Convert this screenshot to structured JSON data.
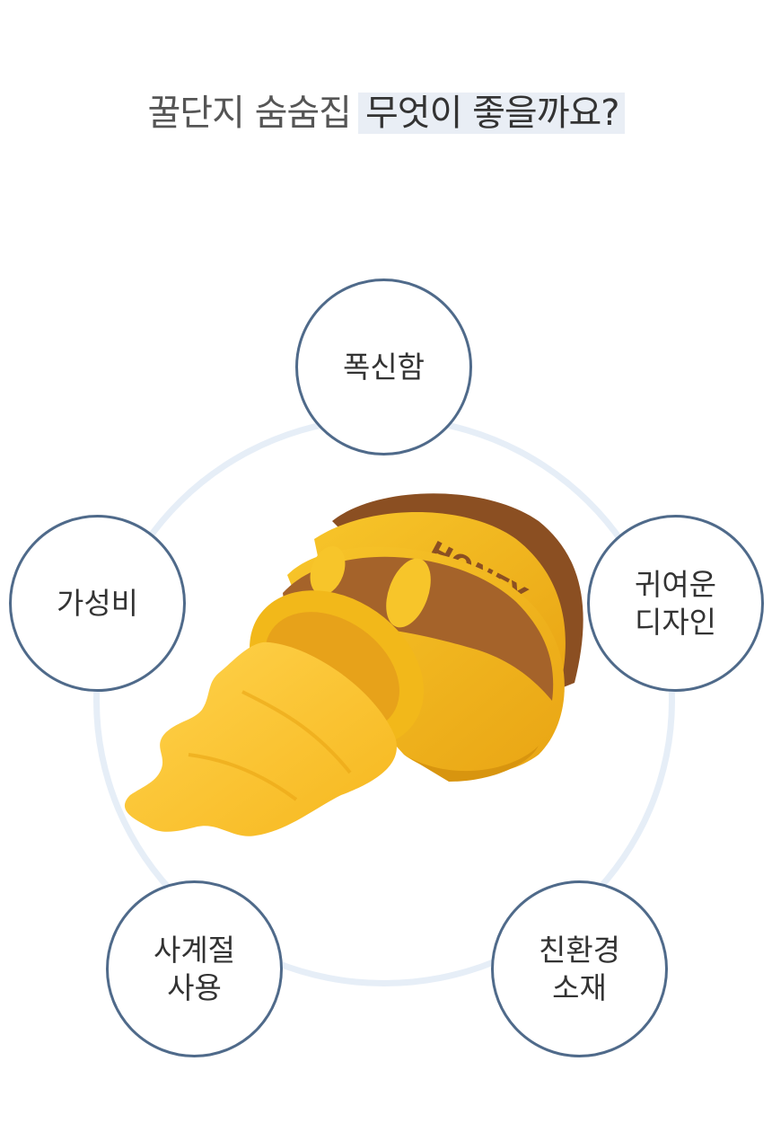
{
  "headline": {
    "plain": "꿀단지 숨숨집",
    "highlight": "무엇이 좋을까요?"
  },
  "product": {
    "lid_text": "HONEY",
    "colors": {
      "body": "#f2b81a",
      "band": "#a5632a",
      "lid": "#8b4f22",
      "cushion": "#ffcc3d"
    }
  },
  "features": [
    {
      "label": "폭신함"
    },
    {
      "label": "가성비"
    },
    {
      "label": "귀여운\n디자인"
    },
    {
      "label": "사계절\n사용"
    },
    {
      "label": "친환경\n소재"
    }
  ],
  "colors": {
    "ring": "#e6eef7",
    "bubble_border": "#4f6a8a",
    "highlight_bg": "#e9eef5"
  }
}
